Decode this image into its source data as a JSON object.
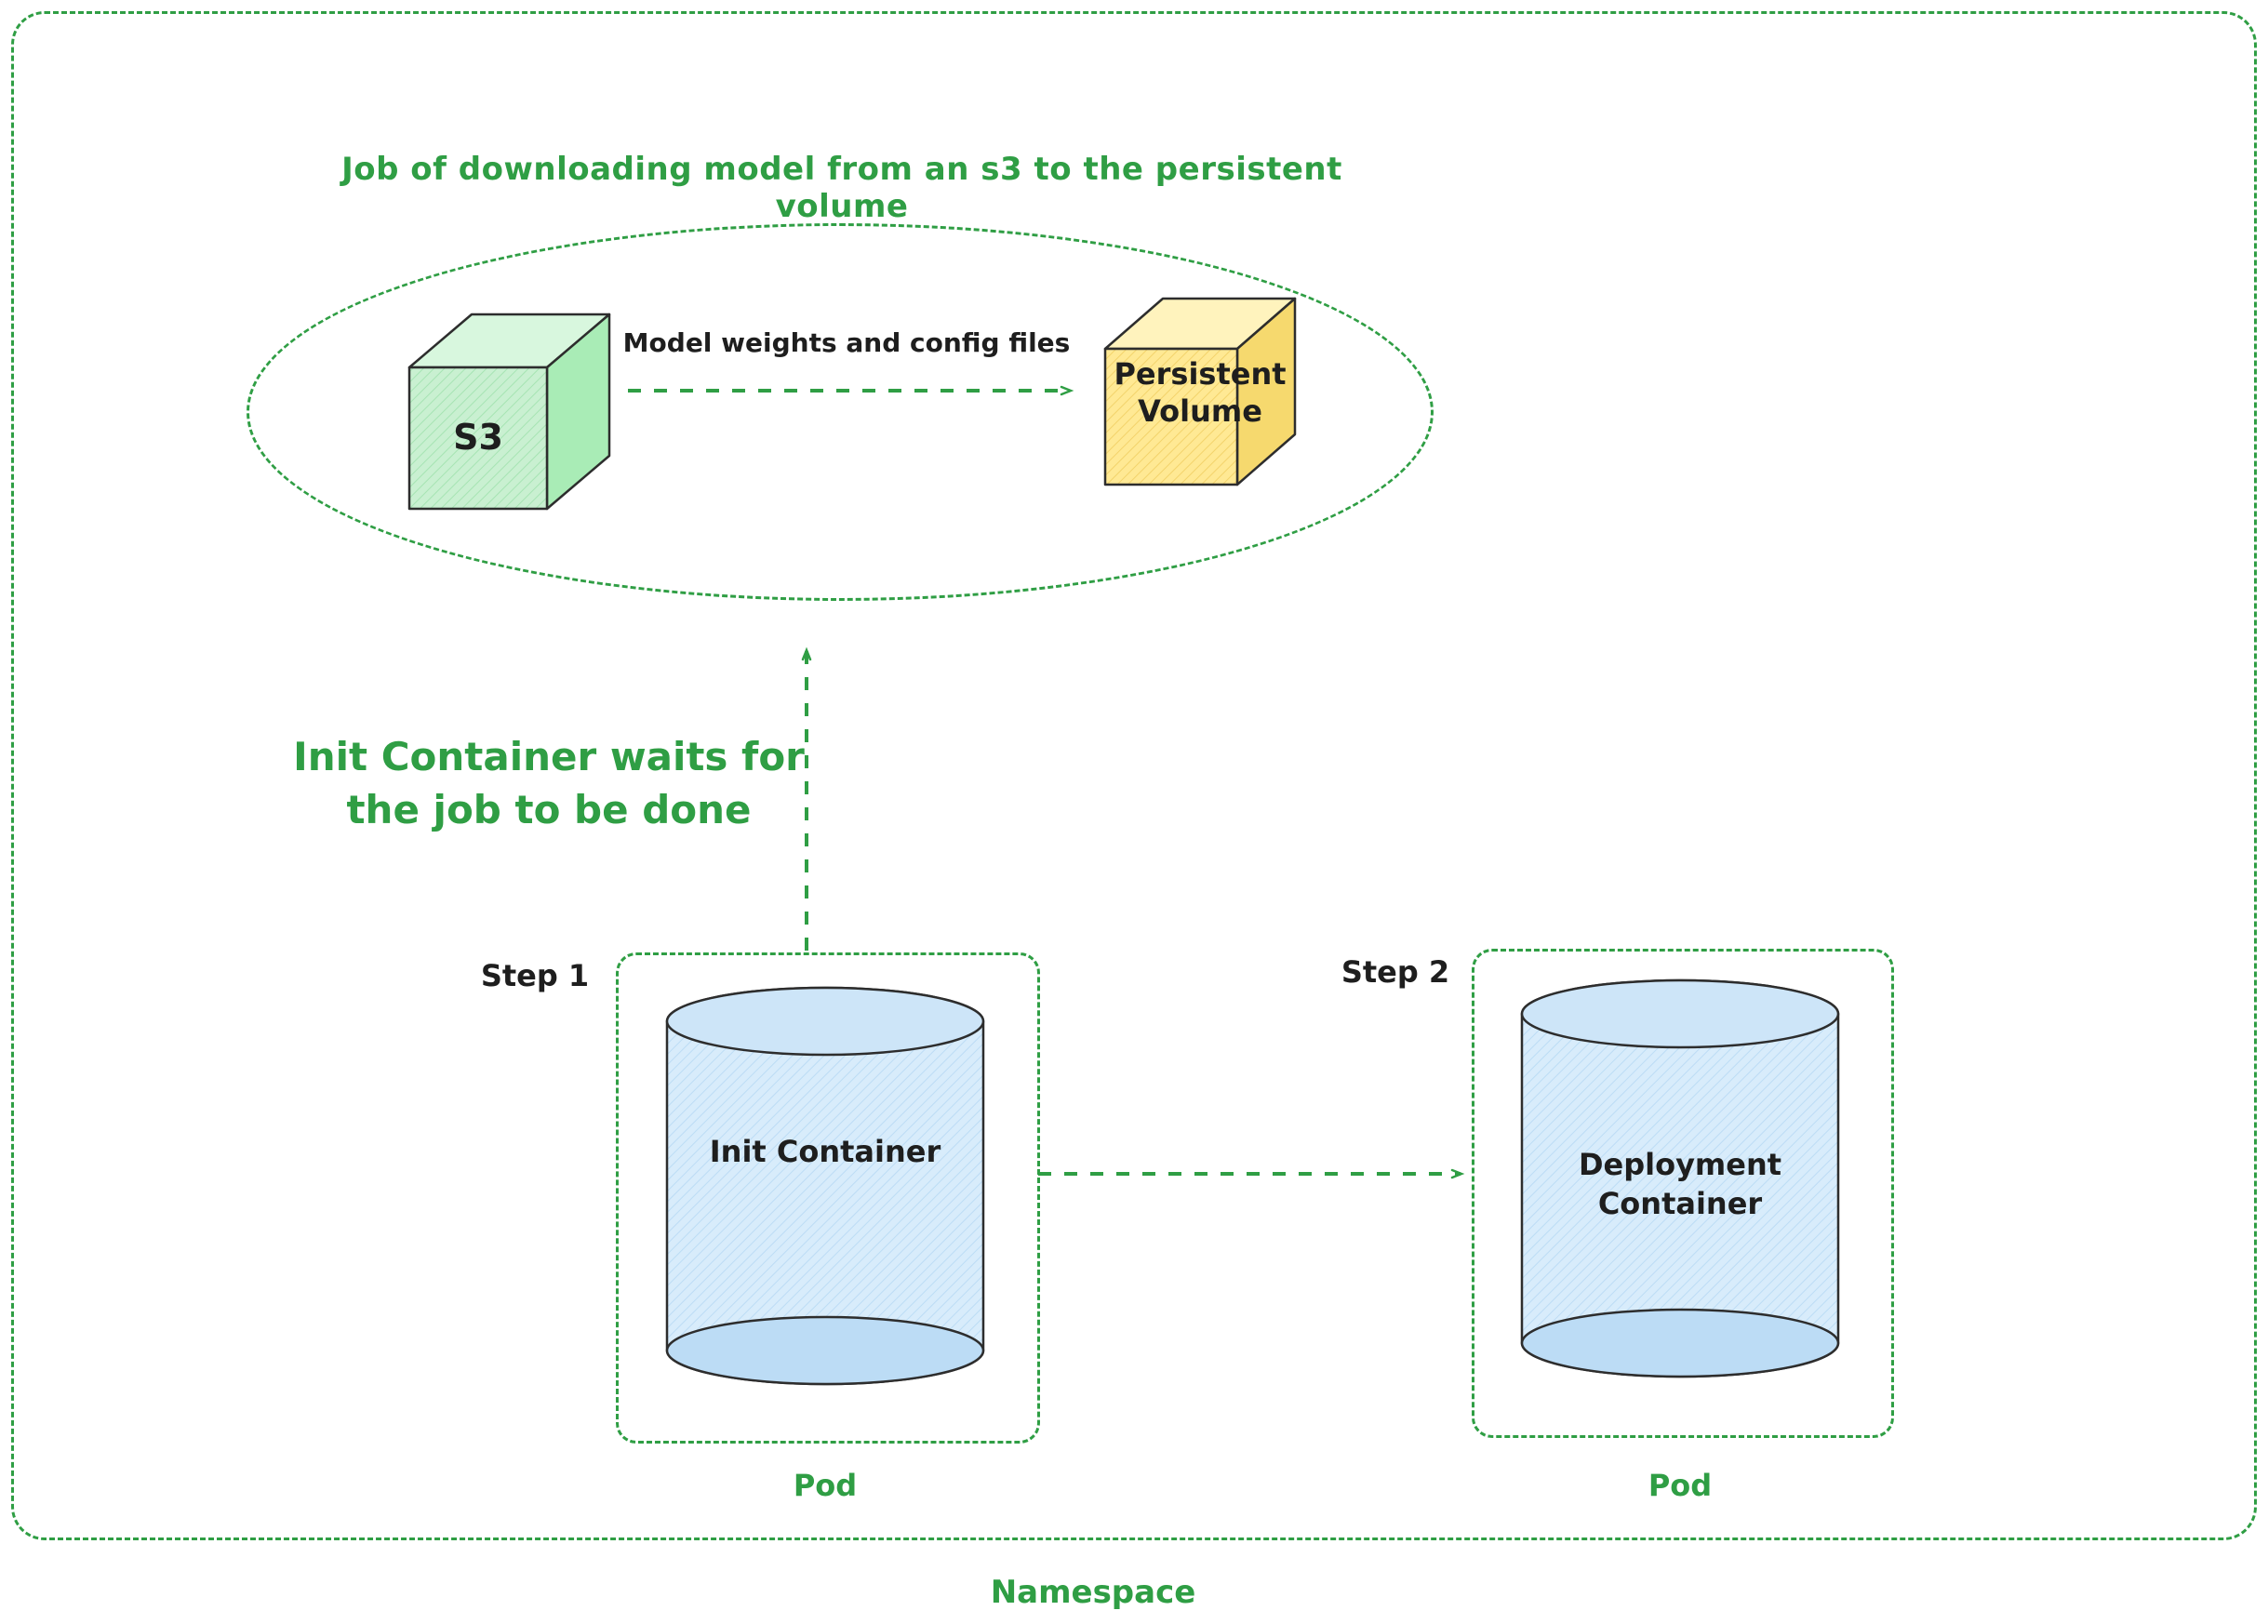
{
  "diagram": {
    "namespace_label": "Namespace",
    "job_group": {
      "title": "Job of downloading model from an s3 to the persistent volume",
      "s3_label": "S3",
      "transfer_arrow_label": "Model weights and config files",
      "persistent_volume_label": "Persistent\nVolume"
    },
    "wait_note": "Init Container waits for\nthe job to be done",
    "pods": [
      {
        "step": "Step 1",
        "container_label": "Init Container",
        "pod_label": "Pod"
      },
      {
        "step": "Step 2",
        "container_label": "Deployment\nContainer",
        "pod_label": "Pod"
      }
    ],
    "colors": {
      "accent_green": "#2f9e44",
      "s3_fill": "#b2f2bb",
      "persistent_volume_fill": "#ffe994",
      "cylinder_fill": "#d2e9fb",
      "stroke_dark": "#2d2d2d"
    }
  }
}
